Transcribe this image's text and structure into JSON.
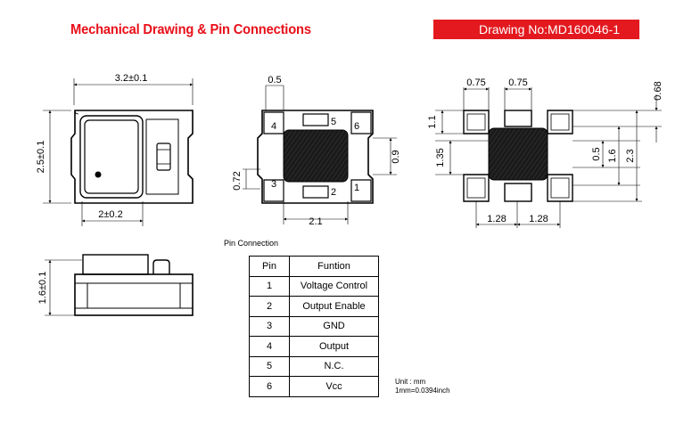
{
  "header": {
    "title": "Mechanical Drawing & Pin Connections",
    "drawing_no": "Drawing No:MD160046-1"
  },
  "top_view": {
    "width_dim": "3.2±0.1",
    "height_dim": "2.5±0.1",
    "bottom_dim": "2±0.2"
  },
  "side_view": {
    "height_dim": "1.6±0.1"
  },
  "bottom_view": {
    "dim_top": "0.5",
    "dim_right": "0.9",
    "dim_left": "0.72",
    "dim_bottom": "2.1",
    "pin_labels": [
      "4",
      "5",
      "6",
      "3",
      "2",
      "1"
    ]
  },
  "land_pattern": {
    "dim_top_a": "0.75",
    "dim_top_b": "0.75",
    "dim_far_right": "0.68",
    "dim_left_a": "1.1",
    "dim_left_b": "1.35",
    "dim_right_a": "0.5",
    "dim_right_b": "1.6",
    "dim_right_c": "2.3",
    "dim_bottom_a": "1.28",
    "dim_bottom_b": "1.28"
  },
  "pin_table": {
    "caption": "Pin Connection",
    "headers": [
      "Pin",
      "Funtion"
    ],
    "rows": [
      {
        "pin": "1",
        "function": "Voltage Control"
      },
      {
        "pin": "2",
        "function": "Output Enable"
      },
      {
        "pin": "3",
        "function": "GND"
      },
      {
        "pin": "4",
        "function": "Output"
      },
      {
        "pin": "5",
        "function": "N.C."
      },
      {
        "pin": "6",
        "function": "Vcc"
      }
    ]
  },
  "units": {
    "line1": "Unit : mm",
    "line2": "1mm=0.0394inch"
  }
}
